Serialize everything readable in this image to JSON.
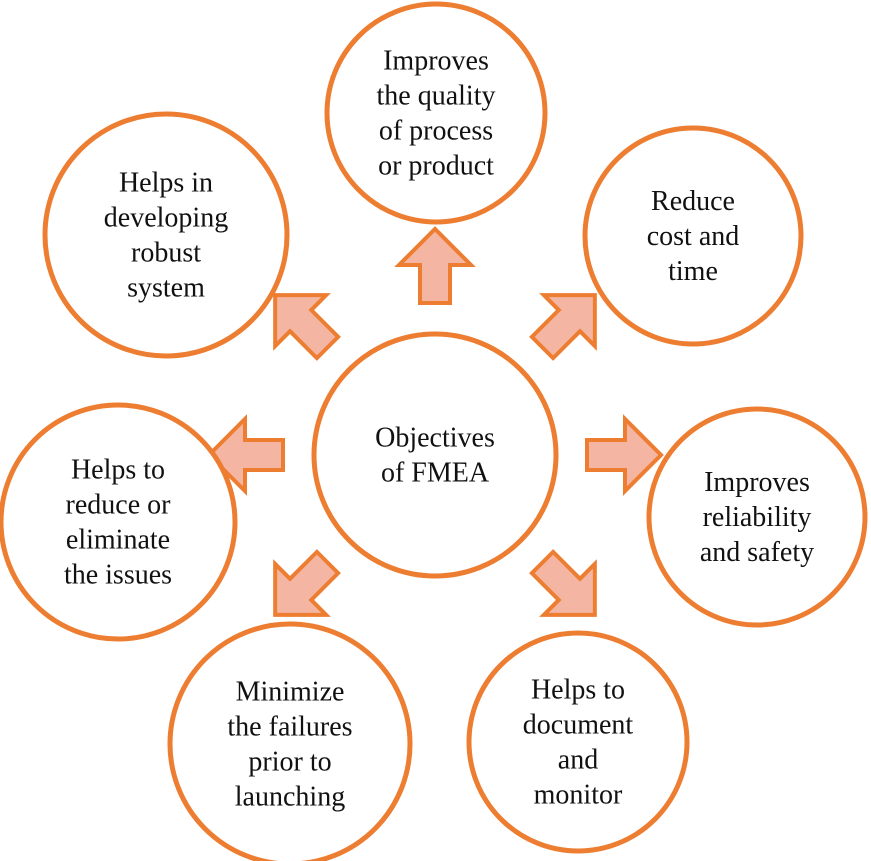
{
  "colors": {
    "ring": "#ED7D31",
    "arrow_fill": "#F4B6A2",
    "text": "#111111",
    "background": "#FFFFFF"
  },
  "center": {
    "lines": [
      "Objectives",
      "of FMEA"
    ]
  },
  "objectives": [
    {
      "id": "quality",
      "lines": [
        "Improves",
        "the quality",
        "of process",
        "or product"
      ]
    },
    {
      "id": "cost",
      "lines": [
        "Reduce",
        "cost and",
        "time"
      ]
    },
    {
      "id": "reliability",
      "lines": [
        "Improves",
        "reliability",
        "and safety"
      ]
    },
    {
      "id": "document",
      "lines": [
        "Helps to",
        "document",
        "and",
        "monitor"
      ]
    },
    {
      "id": "failures",
      "lines": [
        "Minimize",
        "the failures",
        "prior to",
        "launching"
      ]
    },
    {
      "id": "issues",
      "lines": [
        "Helps to",
        "reduce or",
        "eliminate",
        "the issues"
      ]
    },
    {
      "id": "robust",
      "lines": [
        "Helps in",
        "developing",
        "robust",
        "system"
      ]
    }
  ]
}
